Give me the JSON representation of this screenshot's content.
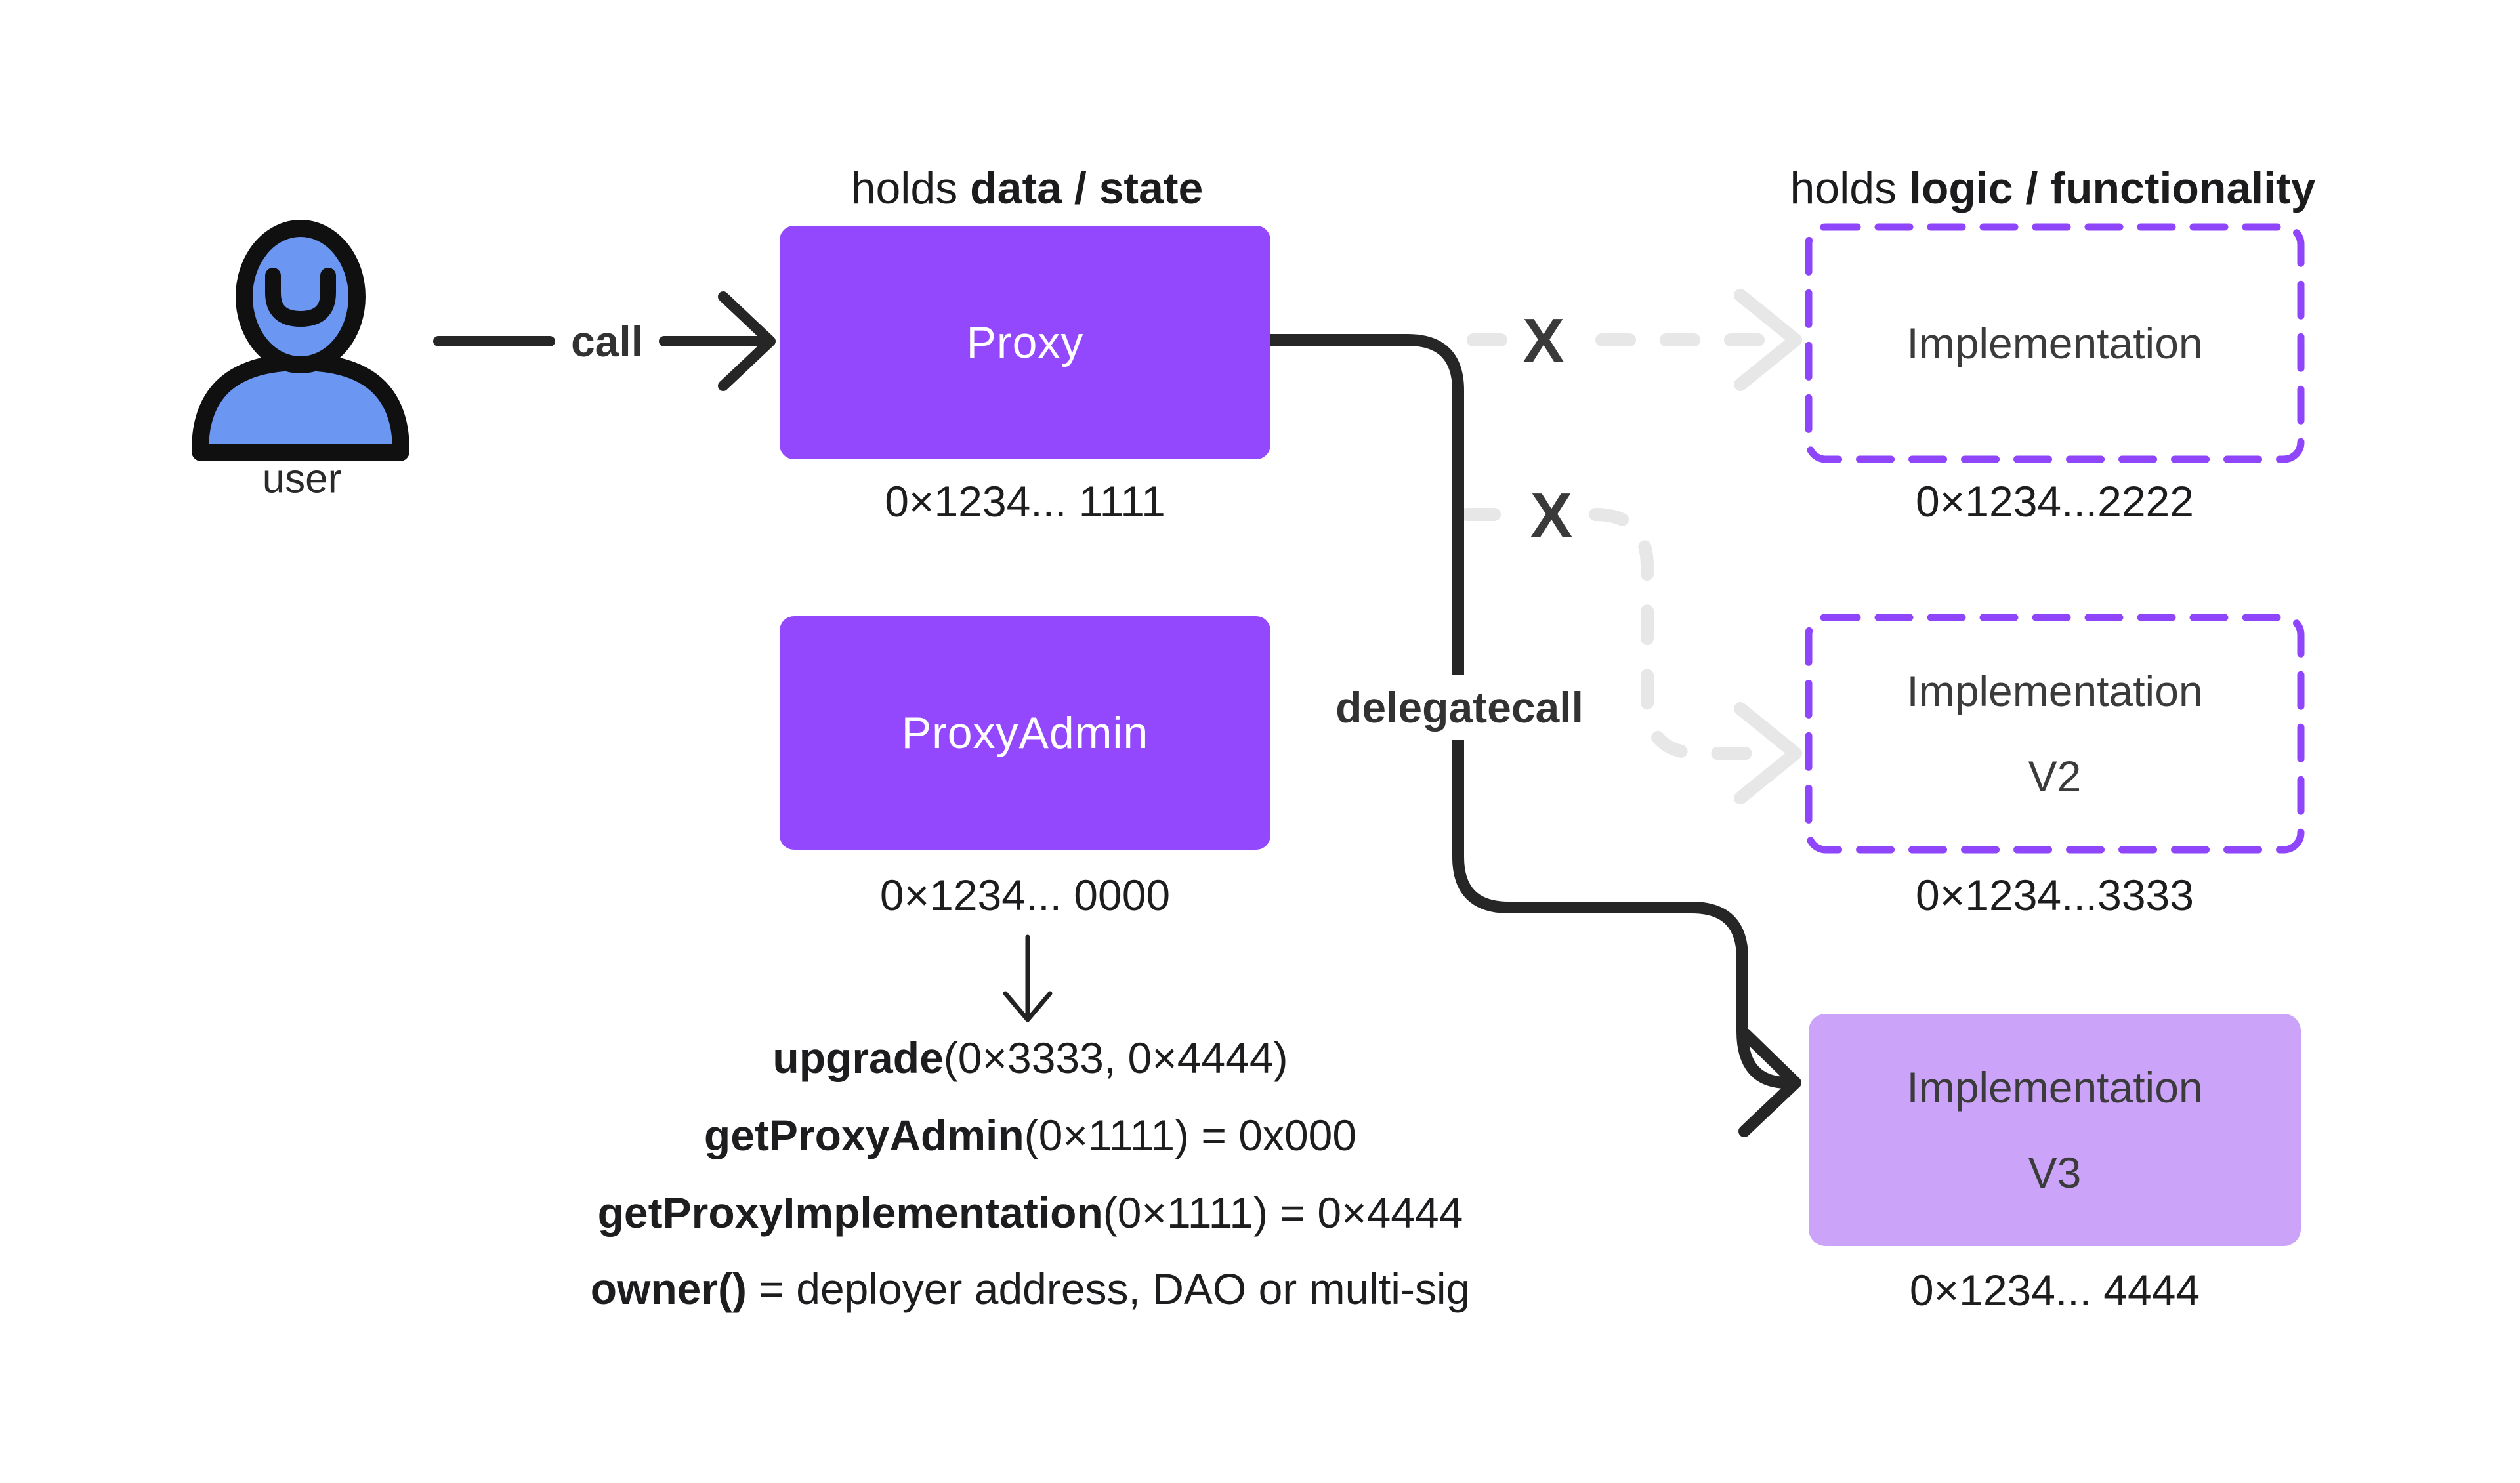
{
  "canvas": {
    "background": "#ffffff"
  },
  "colors": {
    "solid_box_purple": "#9448fd",
    "dashed_border_purple": "#8f46fb",
    "impl_v3_fill": "#cba4fa",
    "arrow_black": "#262626",
    "arrow_gray": "#e7e7e7",
    "text_dark": "#1d1d1f",
    "user_icon_fill": "#6b97f3",
    "user_icon_outline": "#101010"
  },
  "actor": {
    "label": "user"
  },
  "headers": {
    "left": {
      "regular": "holds ",
      "bold": "data / state"
    },
    "right": {
      "regular": "holds ",
      "bold": "logic / functionality"
    }
  },
  "edges": {
    "call_label": "call",
    "delegatecall_label": "delegatecall",
    "blocked_mark_1": "X",
    "blocked_mark_2": "X"
  },
  "nodes": {
    "proxy": {
      "label": "Proxy",
      "address": "0×1234... 1111"
    },
    "proxy_admin": {
      "label": "ProxyAdmin",
      "address": "0×1234... 0000"
    },
    "impl1": {
      "label": "Implementation",
      "address": "0×1234...2222"
    },
    "impl2": {
      "label": "Implementation\nV2",
      "address": "0×1234...3333"
    },
    "impl3": {
      "label": "Implementation\nV3",
      "address": "0×1234... 4444"
    }
  },
  "admin_functions": [
    {
      "name": "upgrade",
      "rest": "(0×3333, 0×4444)"
    },
    {
      "name": "getProxyAdmin",
      "rest": "(0×1111) = 0x000"
    },
    {
      "name": "getProxyImplementation",
      "rest": "(0×1111) = 0×4444"
    },
    {
      "name": "owner()",
      "rest": " = deployer address, DAO or multi-sig"
    }
  ]
}
